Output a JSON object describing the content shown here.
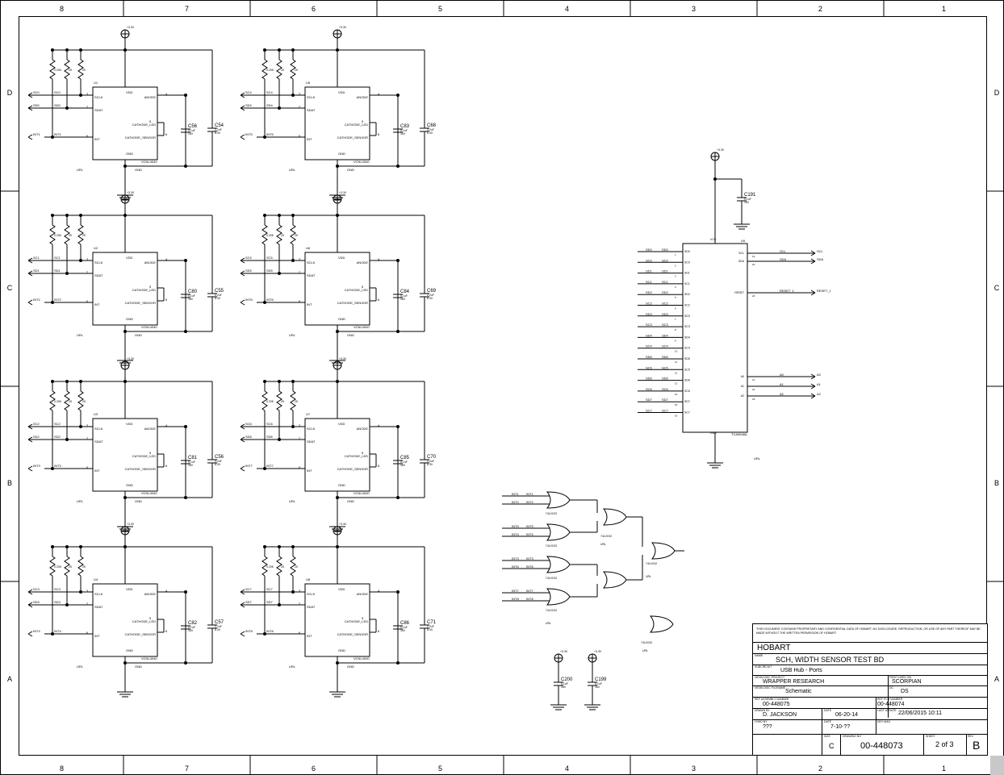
{
  "border": {
    "cols": [
      "8",
      "7",
      "6",
      "5",
      "4",
      "3",
      "2",
      "1"
    ],
    "rows": [
      "D",
      "C",
      "B",
      "A"
    ]
  },
  "sensor_common": {
    "supply": "+3.3V",
    "r1": "0.20K",
    "r2": "2K",
    "r3": "2K",
    "pins": [
      "SCLK",
      "SDAT",
      "INT",
      "ANODE",
      "CATHODE_LED",
      "CATHODE_SENSOR",
      "VDD",
      "GND"
    ],
    "pin_nums": [
      "3",
      "4",
      "6",
      "5",
      "7",
      "2",
      "1"
    ],
    "part": "VCNL4040",
    "gnd": "GND",
    "url": "URL",
    "cap_small_val": [
      "0.1uF",
      "16V"
    ],
    "cap_big_val": [
      "2.2uF",
      "6.3V"
    ]
  },
  "sensors": [
    {
      "ref": "U1",
      "sc": "SC0",
      "sd": "SD0",
      "int": "INT1",
      "ca": "C56",
      "cb": "C54"
    },
    {
      "ref": "U5",
      "sc": "SC4",
      "sd": "SD4",
      "int": "INT5",
      "ca": "C83",
      "cb": "C68"
    },
    {
      "ref": "U2",
      "sc": "SC1",
      "sd": "SD1",
      "int": "INT2",
      "ca": "C80",
      "cb": "C55"
    },
    {
      "ref": "U6",
      "sc": "SC5",
      "sd": "SD5",
      "int": "INT6",
      "ca": "C84",
      "cb": "C69"
    },
    {
      "ref": "U3",
      "sc": "SC2",
      "sd": "SD2",
      "int": "INT3",
      "ca": "C81",
      "cb": "C56"
    },
    {
      "ref": "U7",
      "sc": "SC6",
      "sd": "SD6",
      "int": "INT7",
      "ca": "C85",
      "cb": "C70"
    },
    {
      "ref": "U4",
      "sc": "SC3",
      "sd": "SD3",
      "int": "INT4",
      "ca": "C82",
      "cb": "C57"
    },
    {
      "ref": "U8",
      "sc": "SC7",
      "sd": "SD7",
      "int": "INT8",
      "ca": "C86",
      "cb": "C71"
    }
  ],
  "mux": {
    "ref": "U9",
    "part": "TCA9548A",
    "supply": "+3.3V",
    "url": "URL",
    "cap": {
      "ref": "C191",
      "val": [
        "0.1uF",
        "16V"
      ]
    },
    "left_pins": [
      "SD0",
      "SC0",
      "SD1",
      "SC1",
      "SD2",
      "SC2",
      "SD3",
      "SC3",
      "SD4",
      "SC4",
      "SD5",
      "SC5",
      "SD6",
      "SC6",
      "SD7",
      "SC7"
    ],
    "right_pins": [
      {
        "pin": "SCL",
        "net": "SCL",
        "num": "19"
      },
      {
        "pin": "SDA",
        "net": "SDA",
        "num": "20"
      },
      {
        "pin": "RESET",
        "net": "RESET_1",
        "num": "24"
      },
      {
        "pin": "A0",
        "net": "A0",
        "num": "21"
      },
      {
        "pin": "A1",
        "net": "A1",
        "num": "22"
      },
      {
        "pin": "A2",
        "net": "A2",
        "num": "18"
      }
    ],
    "vdd": "VCC",
    "gnd": "GND"
  },
  "logic": {
    "part": "74LVX32",
    "url": "URL",
    "inputs": [
      "INT1",
      "INT2",
      "INT3",
      "INT4",
      "INT5",
      "INT6",
      "INT7",
      "INT8"
    ]
  },
  "spare_caps": [
    {
      "ref": "C200",
      "val": [
        "0.1uF",
        "16V"
      ],
      "supply": "+3.3V"
    },
    {
      "ref": "C199",
      "val": [
        "0.1uF",
        "16V"
      ],
      "supply": "+3.3V"
    }
  ],
  "title_block": {
    "notice": "THIS DOCUMENT CONTAINS PROPRIETARY AND CONFIDENTIAL DATA OF HOBART.  NO DISCLOSURE, REPRODUCTION, OR USE OF ANY PART THEREOF MAY BE MADE WITHOUT THE WRITTEN PERMISSION OF HOBART.",
    "company": "HOBART",
    "name_label": "NAME",
    "name": "SCH, WIDTH SENSOR TEST BD",
    "subcircuit_label": "SUBCIRCUIT",
    "subcircuit": "USB Hub - Ports",
    "viewlogic_project_label": "VIEWLOGIC PROJECT",
    "viewlogic_project": "WRAPPER RESEARCH",
    "first_used_label": "FIRST USED ON",
    "first_used": "SCORPIAN",
    "viewlogic_filename_label": "VIEWLOGIC FILENAME",
    "viewlogic_filename": "Schematic",
    "dc_label": "DC",
    "dc": "DS",
    "ref_assy_label": "REF ASSEMBLY NUMBER",
    "ref_assy": "00-448075",
    "ref_pcb_label": "REF PCB NUMBER",
    "ref_pcb": "00-448074",
    "drawn_label": "DRAWN BY",
    "drawn": "D. JACKSON",
    "date_label": "DATE",
    "date": "06-20-14",
    "last_update_label": "LAST UPDATE",
    "last_update": "22/06/2015 10:11",
    "chkd_label": "CHKD BY",
    "chkd": "???",
    "date2_label": "DATE",
    "date2": "7-10-??",
    "dev_label": "DEV MAG",
    "size_label": "SIZE",
    "size": "C",
    "drawing_label": "DRAWING NO",
    "drawing": "00-448073",
    "sheet_label": "SHEET",
    "sheet": "2 of 3",
    "rev_label": "REV",
    "rev": "B"
  }
}
